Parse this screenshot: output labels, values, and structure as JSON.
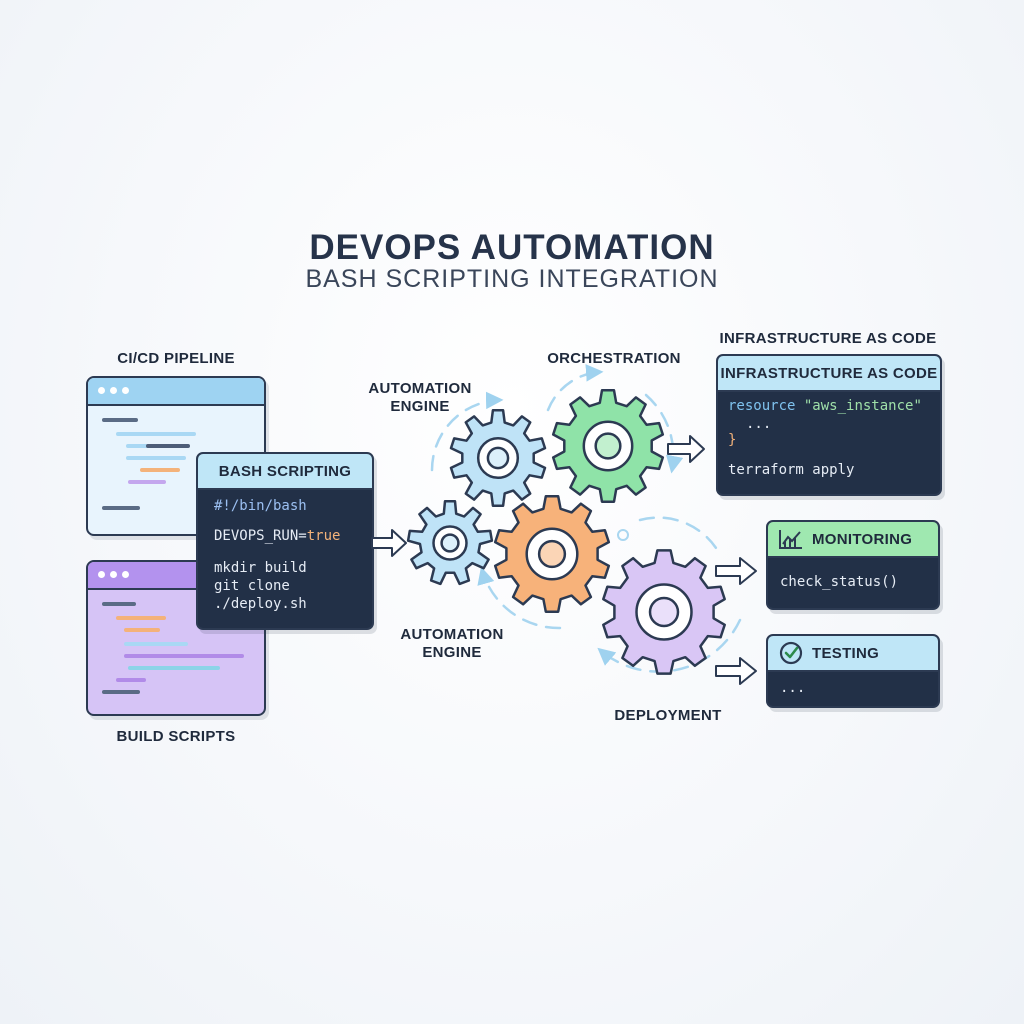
{
  "title": "DEVOPS AUTOMATION",
  "subtitle": "BASH SCRIPTING INTEGRATION",
  "labels": {
    "cicd": "CI/CD PIPELINE",
    "build": "BUILD SCRIPTS",
    "automation_top": "AUTOMATION\nENGINE",
    "automation_bottom": "AUTOMATION\nENGINE",
    "orchestration": "ORCHESTRATION",
    "deployment": "DEPLOYMENT",
    "iac_above": "INFRASTRUCTURE AS CODE"
  },
  "bash": {
    "header": "BASH SCRIPTING",
    "shebang": "#!/bin/bash",
    "var_name": "DEVOPS_RUN=",
    "var_value": "true",
    "cmd1": "mkdir build",
    "cmd2": "git clone",
    "cmd3": "./deploy.sh"
  },
  "iac": {
    "header": "INFRASTRUCTURE AS CODE",
    "kw": "resource",
    "str": "\"aws_instance\"",
    "ellipsis": "...",
    "brace": "}",
    "cmd": "terraform apply"
  },
  "monitoring": {
    "header": "MONITORING",
    "cmd": "check_status()"
  },
  "testing": {
    "header": "TESTING",
    "cmd": "..."
  },
  "colors": {
    "blue": "#bfe3f7",
    "green": "#8fe3a8",
    "purple": "#d9c6f5",
    "orange": "#f7b27a",
    "navy": "#223047",
    "light_blue_header": "#bfe6f7",
    "green_header": "#9fe8b0"
  },
  "icons": [
    "chart-icon",
    "check-icon",
    "gear-icon",
    "arrow-right-icon"
  ]
}
